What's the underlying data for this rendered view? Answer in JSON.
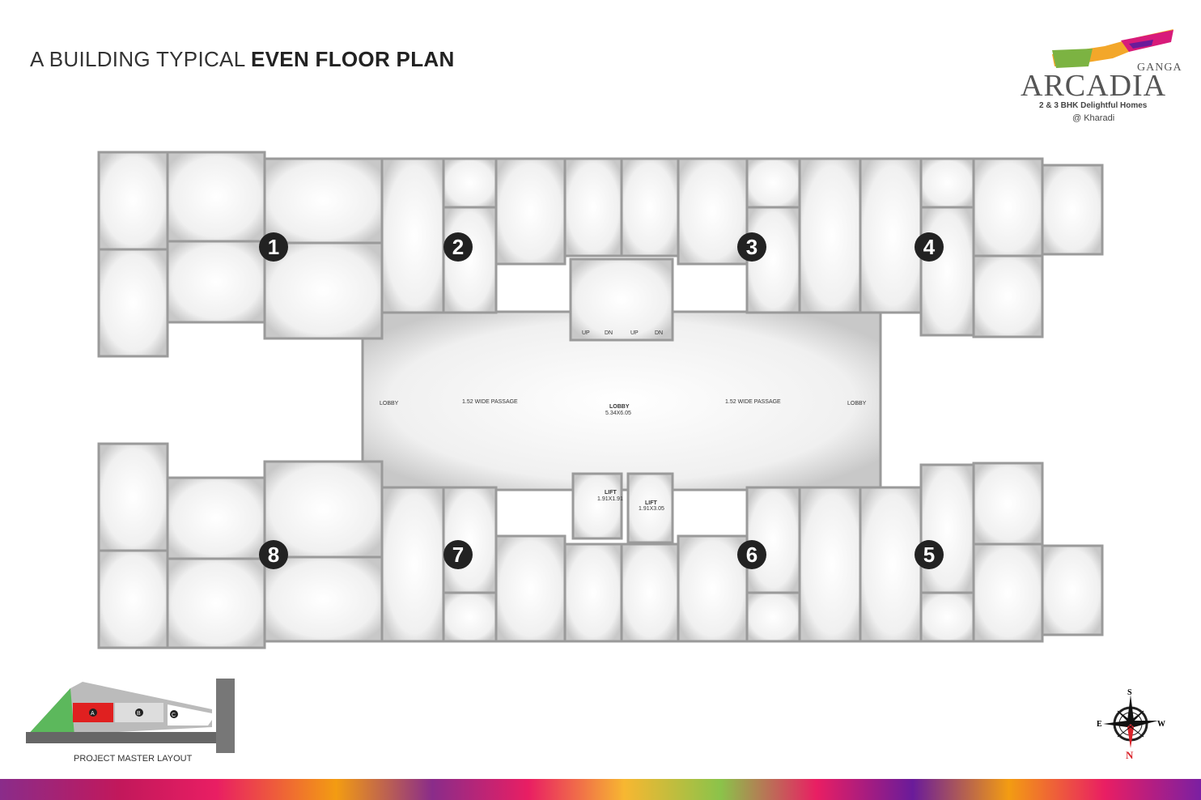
{
  "title": {
    "prefix": "A BUILDING TYPICAL ",
    "bold": "EVEN FLOOR PLAN"
  },
  "logo": {
    "ganga": "GANGA",
    "arcadia": "ARCADIA",
    "tagline": "2 & 3 BHK Delightful Homes",
    "location": "@ Kharadi"
  },
  "plan": {
    "units": [
      "1",
      "2",
      "3",
      "4",
      "5",
      "6",
      "7",
      "8"
    ],
    "lobby_left": "LOBBY",
    "lobby_right": "LOBBY",
    "passage_left": "1.52 WIDE PASSAGE",
    "passage_right": "1.52 WIDE PASSAGE",
    "lobby_center": "LOBBY",
    "lobby_center_dim": "5.34X6.05",
    "stairs": [
      "UP",
      "DN",
      "UP",
      "DN"
    ],
    "lift1": "LIFT",
    "lift1_dim": "1.91X1.91",
    "lift2": "LIFT",
    "lift2_dim": "1.91X3.05"
  },
  "master_layout": {
    "caption": "PROJECT MASTER LAYOUT",
    "blocks": [
      "A",
      "B",
      "C"
    ],
    "highlight_color": "#e02020"
  },
  "compass": {
    "top": "S",
    "left": "E",
    "right": "W",
    "bottom": "N",
    "north_color": "#d9232a"
  }
}
